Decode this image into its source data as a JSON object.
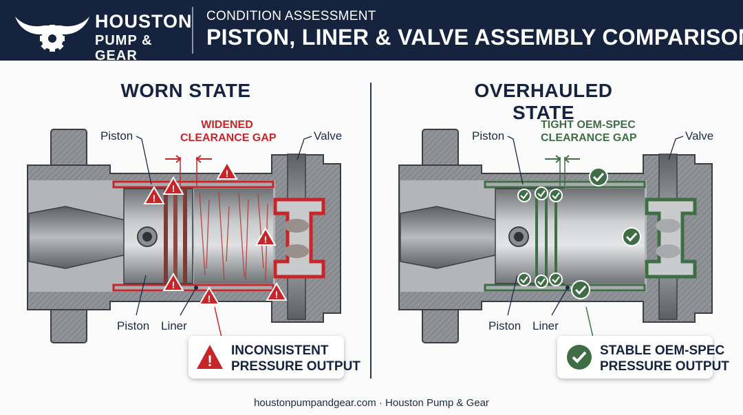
{
  "brand": {
    "name": "HOUSTON",
    "sub": "PUMP & GEAR"
  },
  "header": {
    "eyebrow": "CONDITION ASSESSMENT",
    "title": "PISTON, LINER & VALVE ASSEMBLY COMPARISON"
  },
  "worn": {
    "title": "WORN STATE",
    "gap_label_line1": "WIDENED",
    "gap_label_line2": "CLEARANCE GAP",
    "labels": {
      "piston_top": "Piston",
      "valve": "Valve",
      "piston_bottom": "Piston",
      "liner": "Liner"
    },
    "callout_line1": "INCONSISTENT",
    "callout_line2": "PRESSURE OUTPUT",
    "status_color": "#c6262a",
    "icon": "warning-icon"
  },
  "overhauled": {
    "title": "OVERHAULED STATE",
    "gap_label_line1": "TIGHT OEM-SPEC",
    "gap_label_line2": "CLEARANCE GAP",
    "labels": {
      "piston_top": "Piston",
      "valve": "Valve",
      "piston_bottom": "Piston",
      "liner": "Liner"
    },
    "callout_line1": "STABLE OEM-SPEC",
    "callout_line2": "PRESSURE OUTPUT",
    "status_color": "#3f6d45",
    "icon": "check-icon"
  },
  "footer": "houstonpumpandgear.com · Houston Pump & Gear",
  "colors": {
    "navy": "#15233f",
    "red": "#c6262a",
    "green": "#3f6d45",
    "steel": "#8d9094"
  }
}
